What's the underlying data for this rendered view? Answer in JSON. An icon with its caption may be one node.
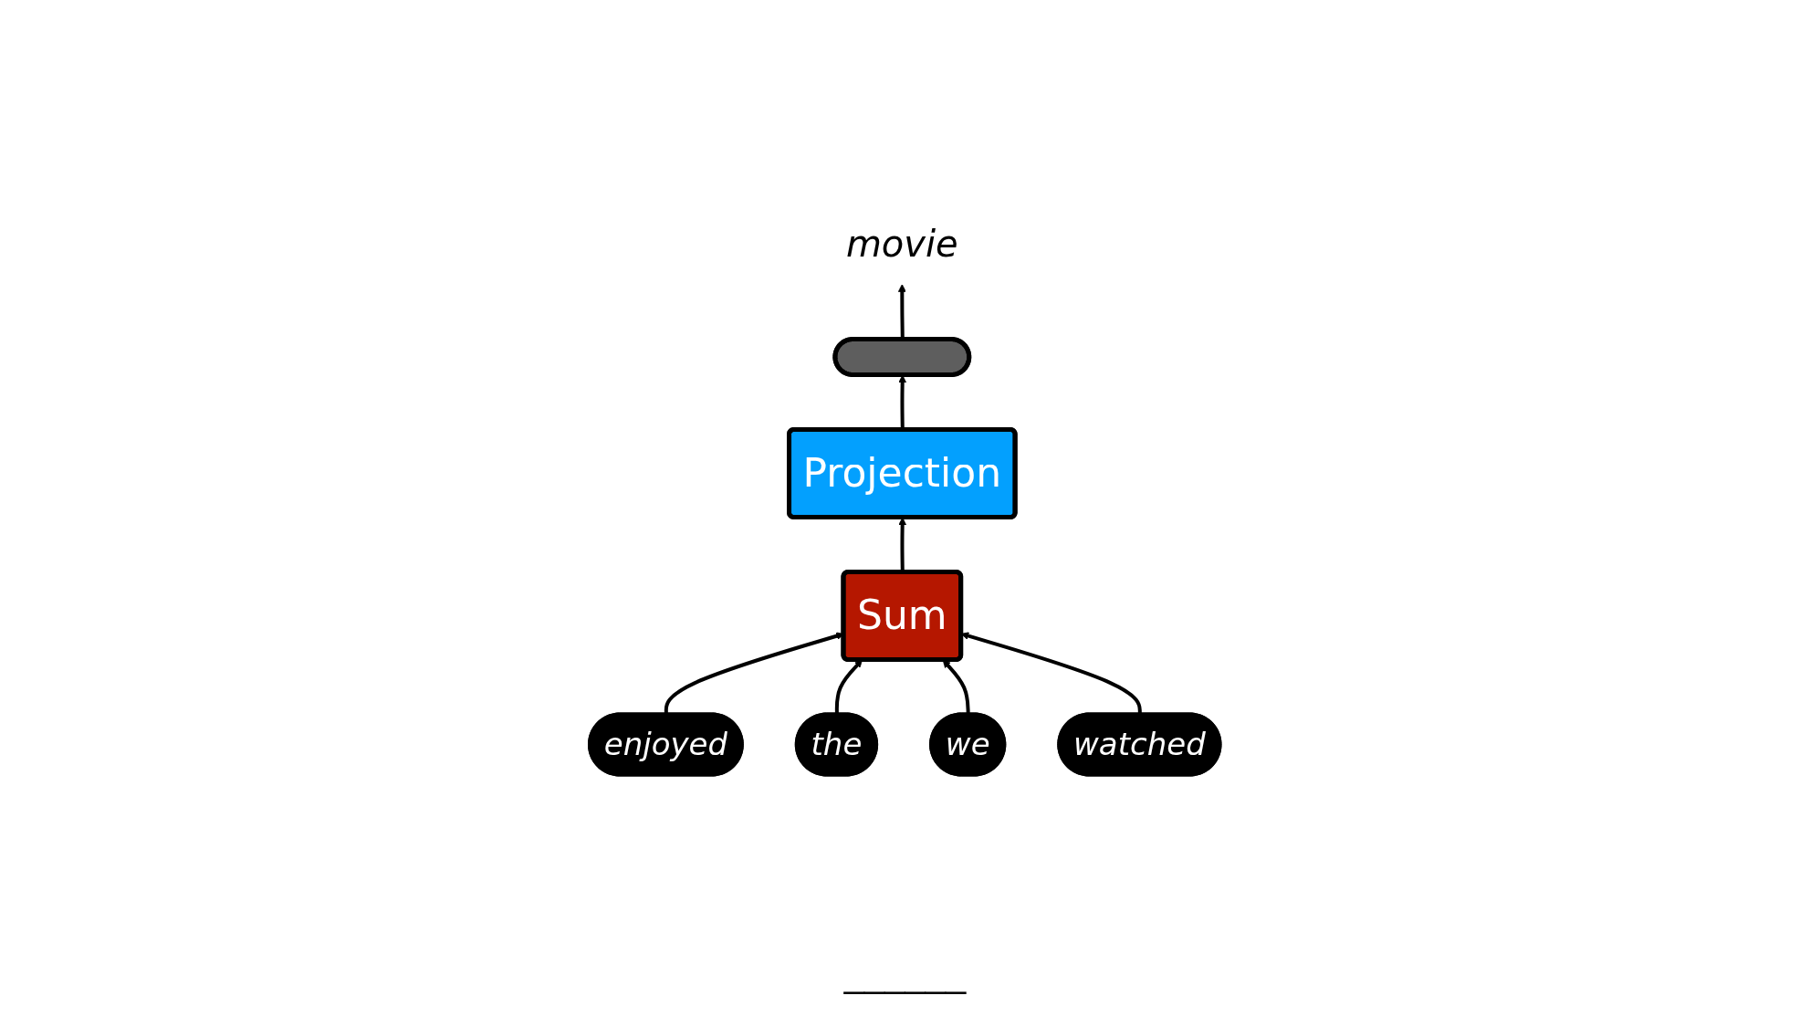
{
  "diagram": {
    "nodes": [
      {
        "text": [
          "movie"
        ]
      },
      {
        "text": [],
        "shape": "bar"
      },
      {
        "text": [
          "Projection"
        ]
      },
      {
        "text": [
          "Sum"
        ]
      },
      {
        "text": [
          "enjoyed"
        ]
      },
      {
        "text": [
          "the"
        ]
      },
      {
        "text": [
          "we"
        ]
      },
      {
        "text": [
          "watched"
        ]
      }
    ],
    "edges": [
      {
        "from": 4,
        "to": 3,
        "arrow": "to"
      },
      {
        "from": 5,
        "to": 3,
        "arrow": "to"
      },
      {
        "from": 6,
        "to": 3,
        "arrow": "to"
      },
      {
        "from": 7,
        "to": 3,
        "arrow": "to"
      },
      {
        "from": 3,
        "to": 2,
        "arrow": "to"
      },
      {
        "from": 2,
        "to": 1,
        "arrow": "to"
      },
      {
        "from": 1,
        "to": 0,
        "arrow": "to"
      }
    ],
    "labels": [
      "______"
    ]
  }
}
